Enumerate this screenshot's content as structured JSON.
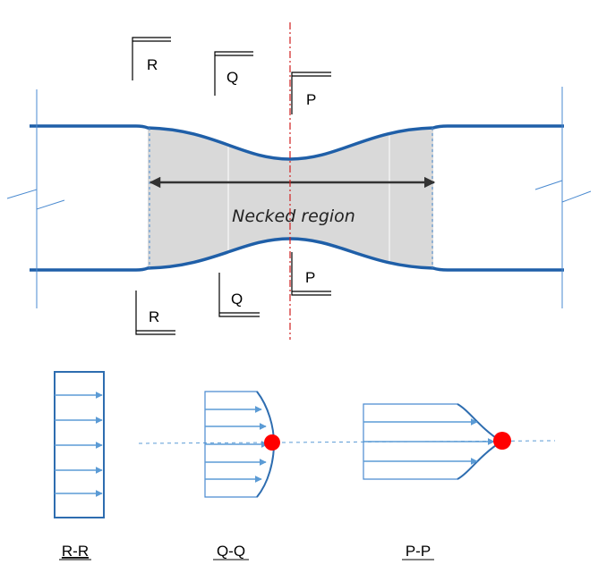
{
  "necked_label": "Necked region",
  "section_marks": {
    "top_left": "R",
    "top_mid": "Q",
    "top_center": "P",
    "bottom_left": "R",
    "bottom_mid": "Q",
    "bottom_center": "P"
  },
  "profile_labels": {
    "rr": "R-R",
    "qq": "Q-Q",
    "pp": "P-P"
  },
  "colors": {
    "specimen_edge": "#1f5fa8",
    "thin_line": "#4a8ad0",
    "arrow": "#5b9bd5",
    "centerline": "#d02020",
    "necked_fill": "#d9d9d9",
    "max_point": "#ff0000"
  }
}
